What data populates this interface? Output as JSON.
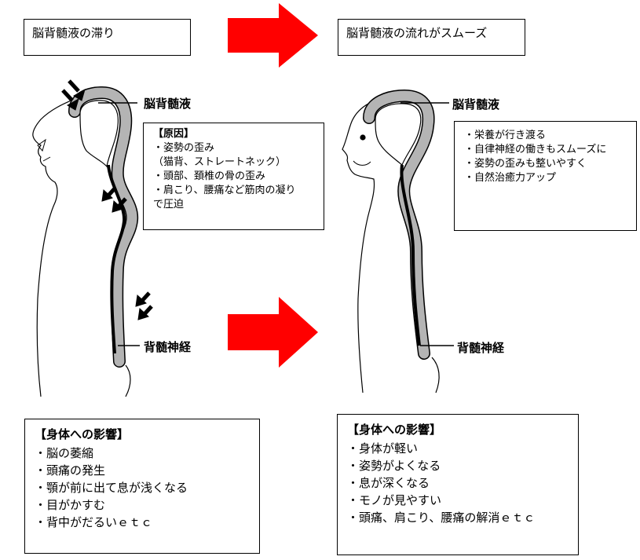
{
  "headers": {
    "left": "脳背髄液の滞り",
    "right": "脳背髄液の流れがスムーズ"
  },
  "labels": {
    "left_csf": "脳背髄液",
    "left_spinal": "背髄神経",
    "right_csf": "脳背髄液",
    "right_spinal": "背髄神経"
  },
  "causes": {
    "title": "【原因】",
    "items": [
      "・姿勢の歪み",
      "（猫背、ストレートネック）",
      "・頭部、頚椎の骨の歪み",
      "・肩こり、腰痛など筋肉の凝り",
      "で圧迫"
    ]
  },
  "benefits": {
    "items": [
      "・栄養が行き渡る",
      "・自律神経の働きもスムーズに",
      "・姿勢の歪みも整いやすく",
      "・自然治癒力アップ"
    ]
  },
  "left_effects": {
    "title": "【身体への影響】",
    "items": [
      "・脳の萎縮",
      "・頭痛の発生",
      "・顎が前に出て息が浅くなる",
      "・目がかすむ",
      "・背中がだるいｅｔｃ"
    ]
  },
  "right_effects": {
    "title": "【身体への影響】",
    "items": [
      "・身体が軽い",
      "・姿勢がよくなる",
      "・息が深くなる",
      "・モノが見やすい",
      "・頭痛、肩こり、腰痛の解消ｅｔｃ"
    ]
  },
  "colors": {
    "arrow": "#ff0000",
    "csf": "#b4b4b4",
    "outline": "#000000"
  },
  "icons": {
    "compress_arrows": "black-diagonal-arrows",
    "flow_arrows": "red-right-arrows"
  }
}
